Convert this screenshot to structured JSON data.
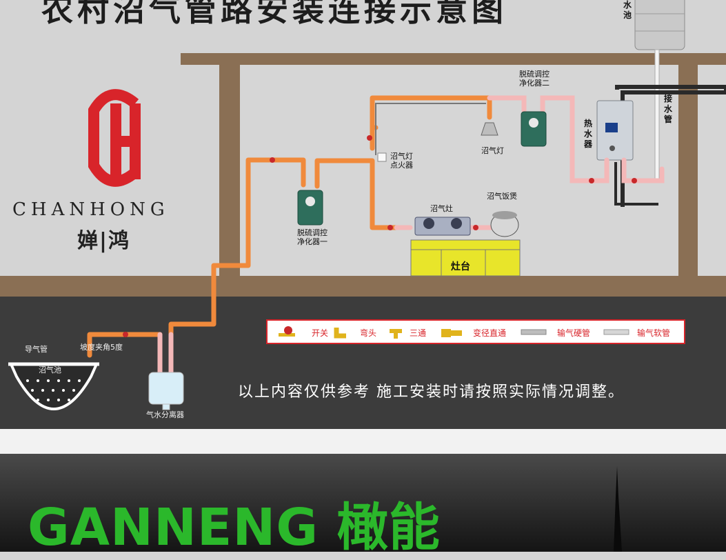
{
  "title": "农村沼气管路安装连接示意图",
  "brand": {
    "english": "CHANHONG",
    "chinese": "婵|鸿",
    "logo_color": "#d8242a"
  },
  "labels": {
    "water_tank": "水池",
    "water_pipe": "接水管",
    "water_heater": "热水器",
    "purifier_two": "脱硫调控净化器二",
    "purifier_one": "脱硫调控净化器一",
    "biogas_lamp": "沼气灯",
    "lamp_igniter": "沼气灯点火器",
    "biogas_stove": "沼气灶",
    "rice_cooker": "沼气饭煲",
    "stove_counter": "灶台",
    "guide_pipe": "导气管",
    "slope": "坡度夹角5度",
    "digester": "沼气池",
    "separator": "气水分离器"
  },
  "legend": {
    "items": [
      "开关",
      "弯头",
      "三通",
      "变径直通",
      "输气硬管",
      "输气软管"
    ],
    "border_color": "#d8242a"
  },
  "note": "以上内容仅供参考 施工安装时请按照实际情况调整。",
  "bottom_title": "GANNENG 橄能",
  "colors": {
    "pipe": "#f08a3c",
    "pipe_light": "#f4b8b8",
    "wall": "#8a6f54",
    "ground": "#3b3b3b",
    "stove_counter": "#e8e52a",
    "accent_green": "#2bb82b"
  }
}
